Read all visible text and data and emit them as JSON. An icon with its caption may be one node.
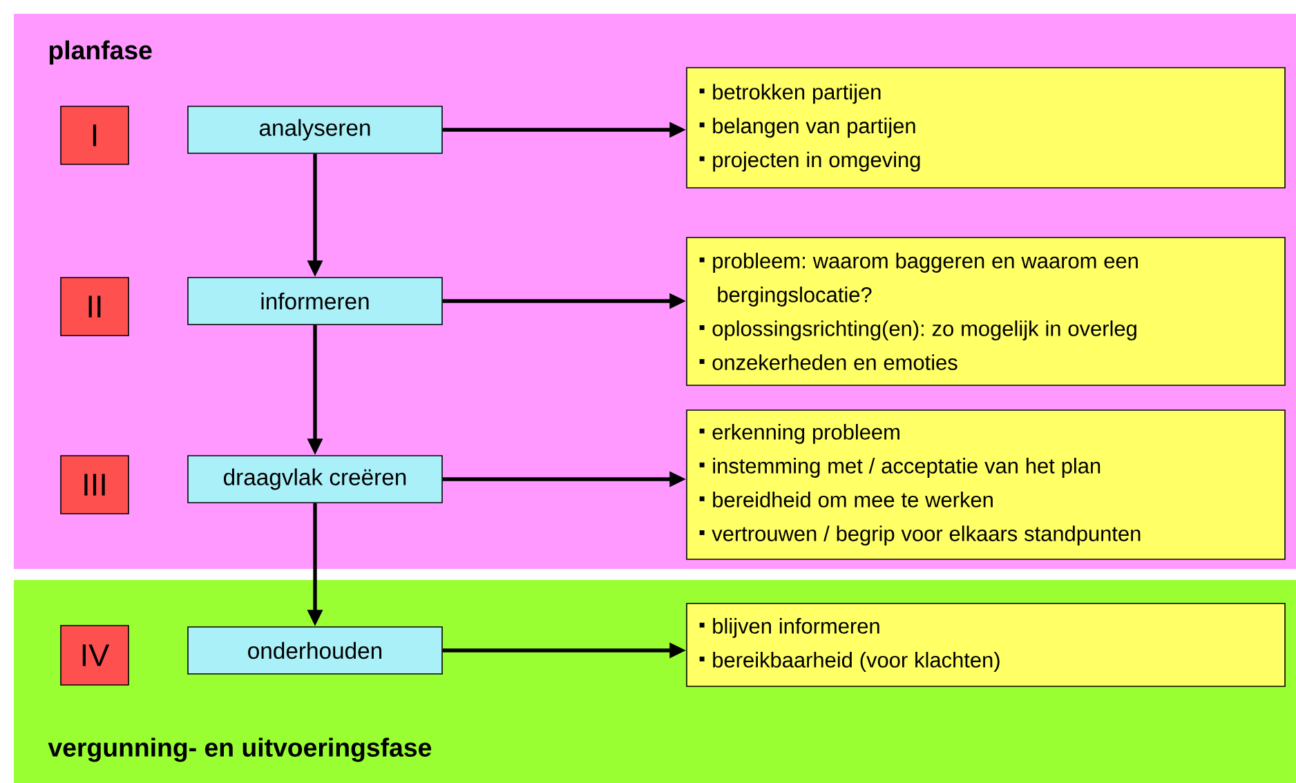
{
  "diagram": {
    "nodes": [
      {
        "text": [
          "planfase"
        ]
      },
      {
        "text": [
          "I"
        ],
        "in": 0
      },
      {
        "text": [
          "analyseren"
        ],
        "in": 0
      },
      {
        "text": [
          "betrokken partijen",
          "belangen van partijen",
          "projecten in omgeving"
        ],
        "in": 0
      },
      {
        "text": [
          "II"
        ],
        "in": 0
      },
      {
        "text": [
          "informeren"
        ],
        "in": 0
      },
      {
        "text": [
          "probleem: waarom baggeren en waarom een bergingslocatie?",
          "oplossingsrichting(en): zo mogelijk in overleg",
          "onzekerheden en emoties"
        ],
        "in": 0
      },
      {
        "text": [
          "III"
        ],
        "in": 0
      },
      {
        "text": [
          "draagvlak creëren"
        ],
        "in": 0
      },
      {
        "text": [
          "erkenning probleem",
          "instemming met / acceptatie van het plan",
          "bereidheid om mee te werken",
          "vertrouwen / begrip voor elkaars standpunten"
        ],
        "in": 0
      },
      {
        "text": [
          "vergunning- en uitvoeringsfase"
        ]
      },
      {
        "text": [
          "IV"
        ],
        "in": 10
      },
      {
        "text": [
          "onderhouden"
        ],
        "in": 10
      },
      {
        "text": [
          "blijven informeren",
          "bereikbaarheid (voor klachten)"
        ],
        "in": 10
      }
    ],
    "edges": [
      {
        "from": 2,
        "to": 3,
        "arrow": "to"
      },
      {
        "from": 2,
        "to": 5,
        "arrow": "to"
      },
      {
        "from": 5,
        "to": 6,
        "arrow": "to"
      },
      {
        "from": 5,
        "to": 8,
        "arrow": "to"
      },
      {
        "from": 8,
        "to": 9,
        "arrow": "to"
      },
      {
        "from": 8,
        "to": 12,
        "arrow": "to"
      },
      {
        "from": 12,
        "to": 13,
        "arrow": "to"
      }
    ]
  }
}
